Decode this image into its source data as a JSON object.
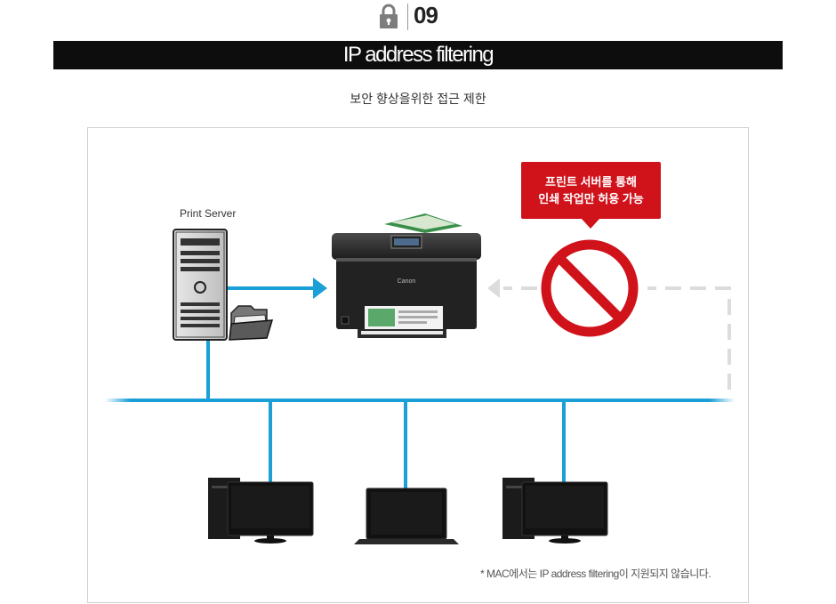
{
  "header": {
    "number": "09",
    "lock_icon": "lock-icon",
    "title": "IP address filtering",
    "subtitle": "보안 향상을위한 접근 제한"
  },
  "diagram": {
    "server_label": "Print Server",
    "callout_line1": "프린트 서버를 통해",
    "callout_line2": "인쇄 작업만 허용 가능",
    "icons": [
      "server-tower-icon",
      "folder-icon",
      "printer-icon",
      "prohibited-icon",
      "desktop-monitor-icon",
      "laptop-icon",
      "desktop-monitor-icon"
    ],
    "printer_brand": "Canon",
    "footnote": "* MAC에서는 IP address filtering이 지원되지 않습니다."
  },
  "colors": {
    "network_line": "#1a9fd6",
    "prohibit_red": "#d0121b",
    "title_bar": "#0d0d0d",
    "blocked_path": "#dcdcdc"
  }
}
